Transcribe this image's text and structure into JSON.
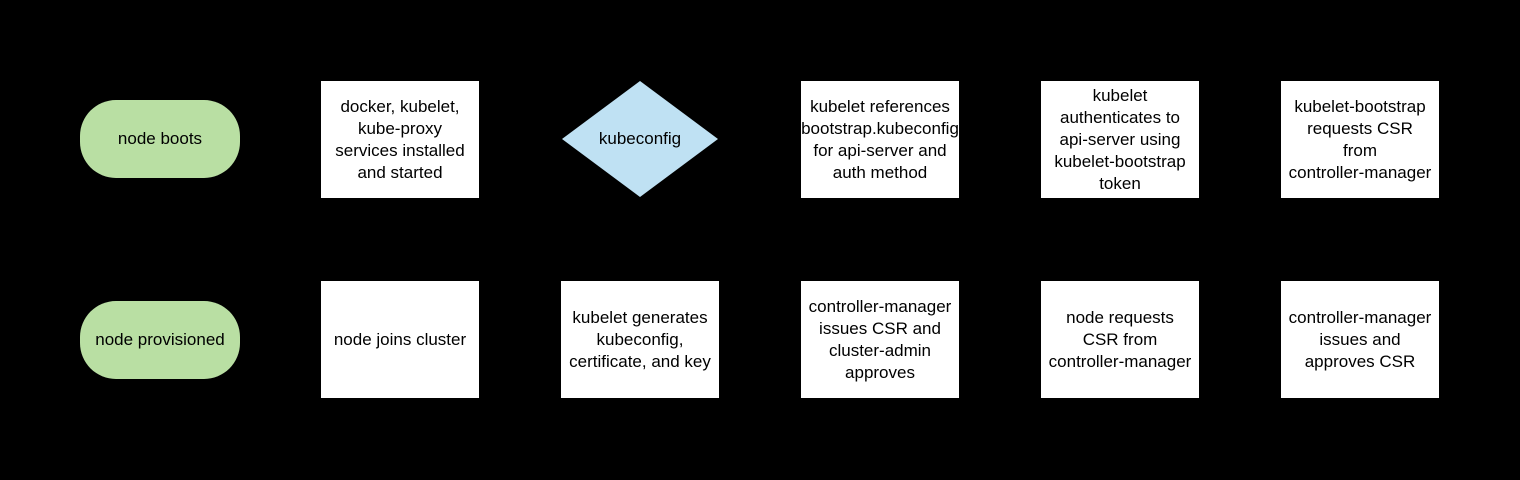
{
  "colors": {
    "background": "#000000",
    "terminal_fill": "#b9dfa3",
    "decision_fill": "#bfe1f3",
    "process_fill": "#ffffff",
    "text": "#000000"
  },
  "row1": {
    "node_boots": "node boots",
    "services_installed": "docker, kubelet,\nkube-proxy\nservices installed\nand started",
    "kubeconfig_decision": "kubeconfig",
    "kubelet_references": "kubelet references\nbootstrap.kubeconfig\nfor api-server and\nauth method",
    "kubelet_authenticates": "kubelet\nauthenticates to\napi-server using\nkubelet-bootstrap\ntoken",
    "bootstrap_requests_csr": "kubelet-bootstrap\nrequests CSR\nfrom\ncontroller-manager"
  },
  "row2": {
    "node_provisioned": "node provisioned",
    "node_joins_cluster": "node joins cluster",
    "kubelet_generates": "kubelet generates\nkubeconfig,\ncertificate, and key",
    "controller_manager_issues": "controller-manager\nissues CSR and\ncluster-admin\napproves",
    "node_requests_csr": "node requests\nCSR from\ncontroller-manager",
    "controller_manager_approves": "controller-manager\nissues and\napproves CSR"
  }
}
